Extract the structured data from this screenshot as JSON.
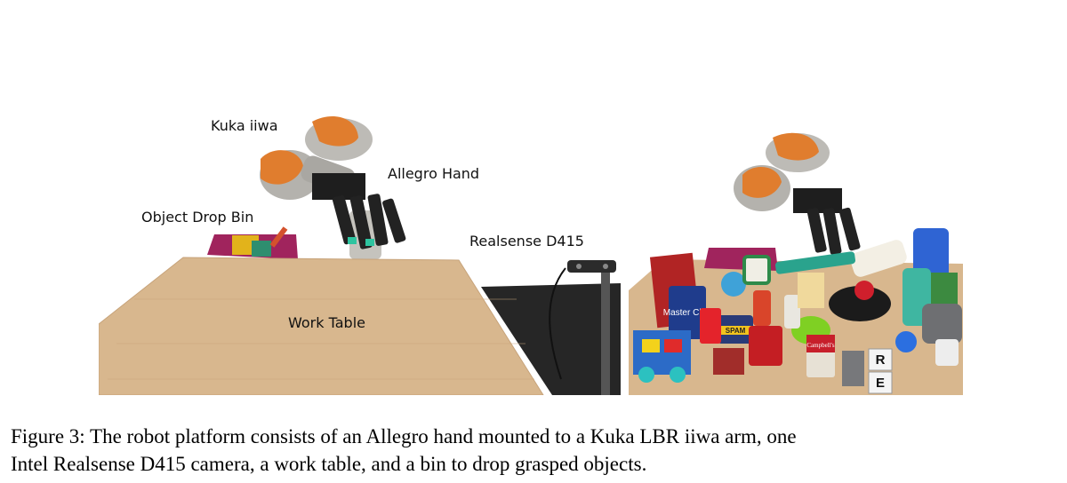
{
  "labels": {
    "arm": "Kuka iiwa",
    "hand": "Allegro Hand",
    "bin": "Object Drop Bin",
    "camera": "Realsense D415",
    "table": "Work Table"
  },
  "caption": {
    "line1": "Figure 3: The robot platform consists of an Allegro hand mounted to a Kuka LBR iiwa arm, one",
    "line2": "Intel Realsense D415 camera, a work table, and a bin to drop grasped objects."
  },
  "objects": {
    "can_brand": "Master Chef",
    "spam": "SPAM",
    "soup": "Campbell's",
    "block_r": "R",
    "block_e": "E"
  },
  "colors": {
    "table_wood": "#d8b78e",
    "robot_orange": "#e07d2e",
    "robot_gray": "#b9b7b2",
    "bin_magenta": "#a0245d",
    "camera_table": "#222222"
  }
}
